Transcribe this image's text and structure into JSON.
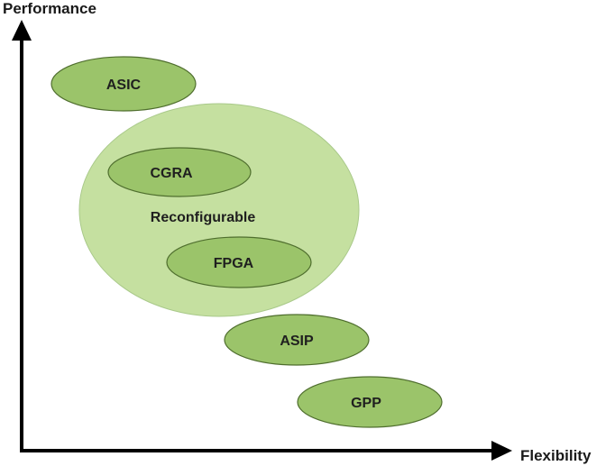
{
  "axes": {
    "y_label": "Performance",
    "x_label": "Flexibility"
  },
  "group": {
    "label": "Reconfigurable",
    "fill": "#c5e0a0",
    "stroke": "#8fb36a"
  },
  "nodes": {
    "asic": {
      "label": "ASIC"
    },
    "cgra": {
      "label": "CGRA"
    },
    "fpga": {
      "label": "FPGA"
    },
    "asip": {
      "label": "ASIP"
    },
    "gpp": {
      "label": "GPP"
    }
  },
  "colors": {
    "node_fill": "#9bc46a",
    "node_stroke": "#4f6e2e",
    "axis": "#000000"
  }
}
